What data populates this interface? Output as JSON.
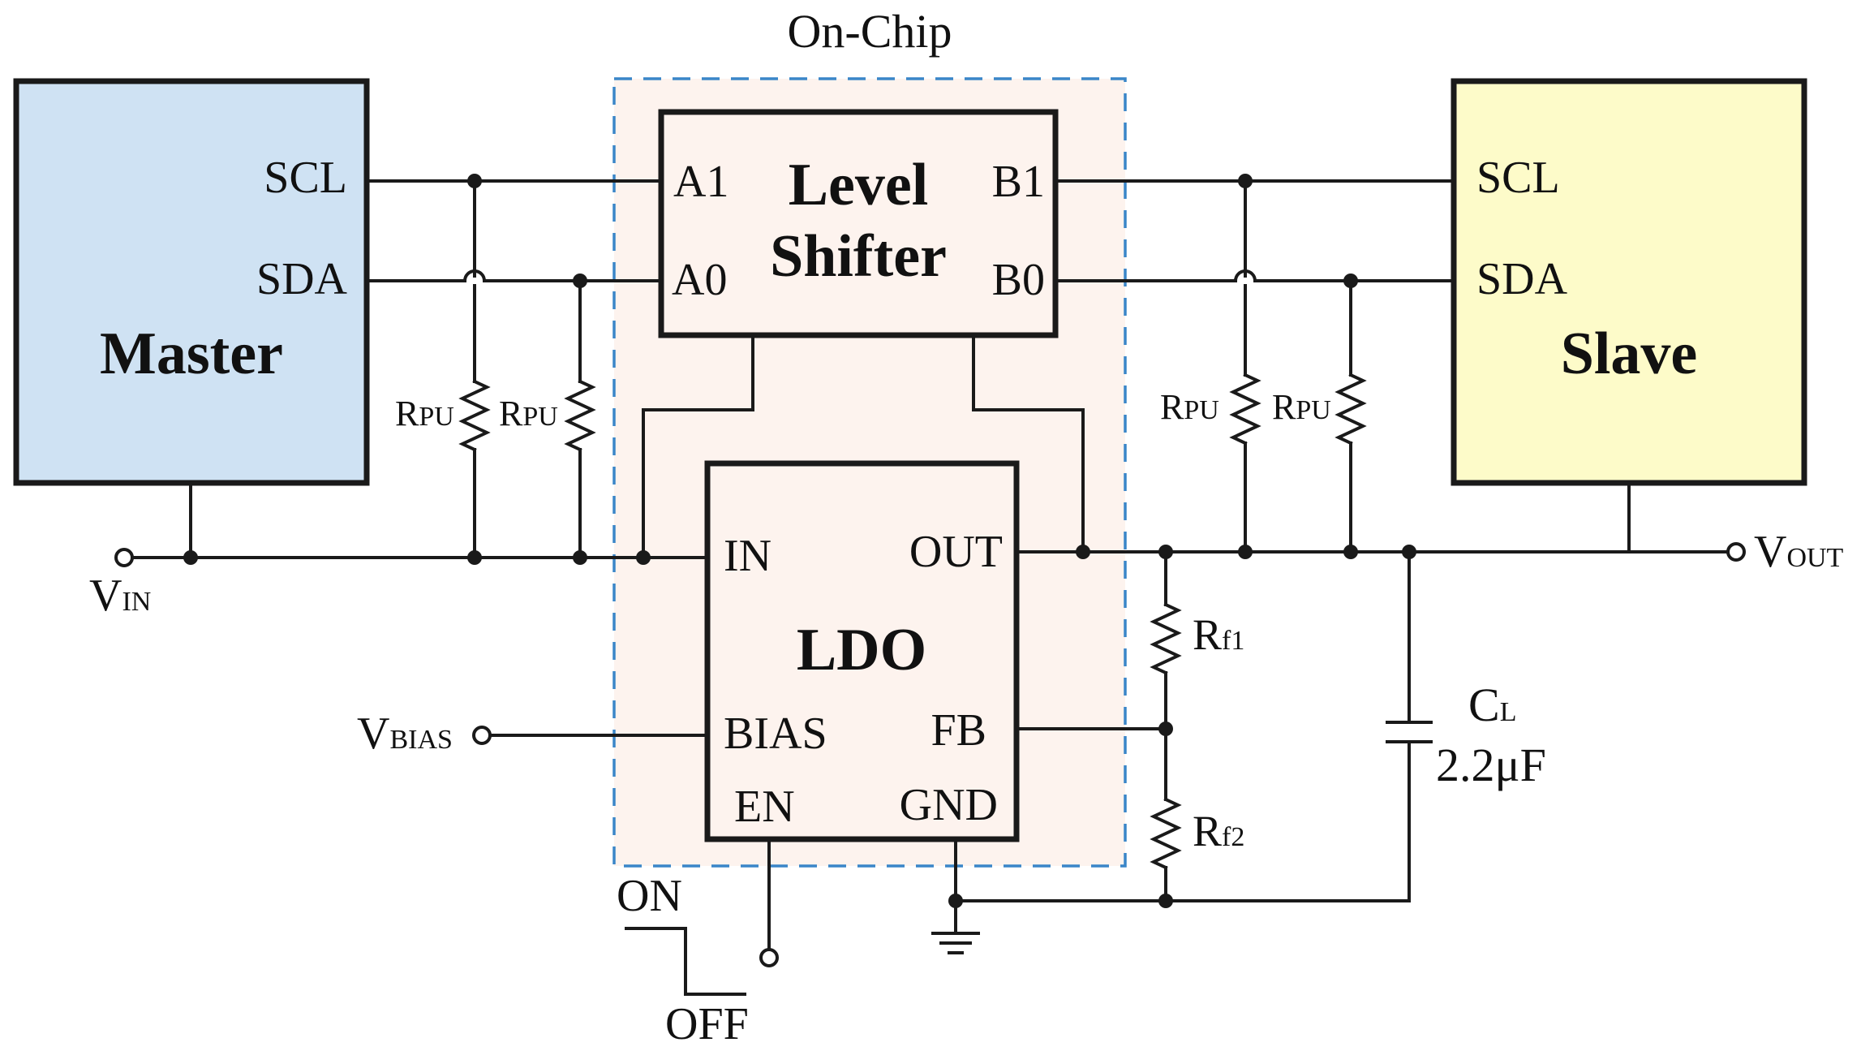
{
  "colors": {
    "master_fill": "#cfe2f3",
    "slave_fill": "#fdfbc9",
    "onchip_fill": "#fdf3ee",
    "onchip_border": "#3a86c8",
    "onchip_label": "#2f80c8",
    "line": "#1a1a1a"
  },
  "onchip": {
    "label": "On-Chip"
  },
  "master": {
    "title": "Master",
    "scl": "SCL",
    "sda": "SDA"
  },
  "slave": {
    "title": "Slave",
    "scl": "SCL",
    "sda": "SDA"
  },
  "shifter": {
    "title_line1": "Level",
    "title_line2": "Shifter",
    "a1": "A1",
    "a0": "A0",
    "b1": "B1",
    "b0": "B0"
  },
  "ldo": {
    "title": "LDO",
    "in": "IN",
    "out": "OUT",
    "bias": "BIAS",
    "fb": "FB",
    "en": "EN",
    "gnd": "GND"
  },
  "pullups": [
    {
      "main": "R",
      "sub": "PU"
    },
    {
      "main": "R",
      "sub": "PU"
    },
    {
      "main": "R",
      "sub": "PU"
    },
    {
      "main": "R",
      "sub": "PU"
    }
  ],
  "rf1": {
    "main": "R",
    "sub": "f1"
  },
  "rf2": {
    "main": "R",
    "sub": "f2"
  },
  "cap": {
    "main": "C",
    "sub": "L",
    "value": "2.2μF"
  },
  "vin": {
    "main": "V",
    "sub": "IN"
  },
  "vout": {
    "main": "V",
    "sub": "OUT"
  },
  "vbias": {
    "main": "V",
    "sub": "BIAS"
  },
  "enable": {
    "on": "ON",
    "off": "OFF"
  }
}
